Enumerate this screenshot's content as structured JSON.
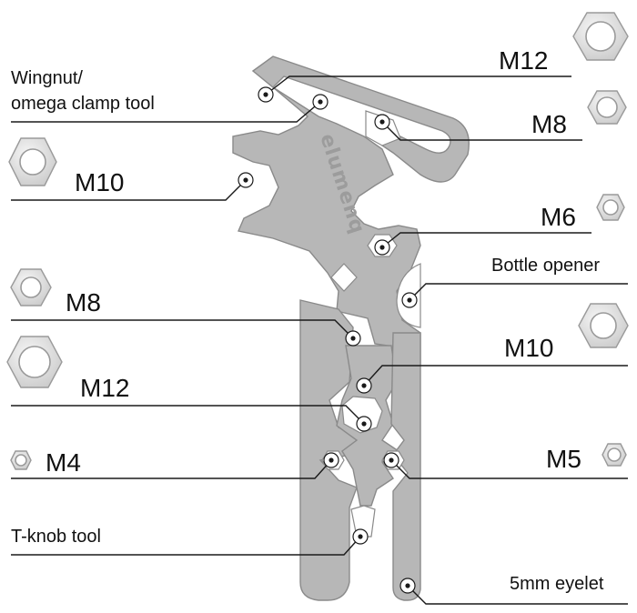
{
  "brand": "elumenq",
  "colors": {
    "tool": "#b7b7b7",
    "tool_edge": "#8a8a8a",
    "nut": "#dcdcdc",
    "line": "#1a1a1a"
  },
  "labels": {
    "wingnut_line1": "Wingnut/",
    "wingnut_line2": "omega clamp tool",
    "m12_top": "M12",
    "m8_right": "M8",
    "m10_left": "M10",
    "m6": "M6",
    "bottle_opener": "Bottle opener",
    "m8_left": "M8",
    "m10_right": "M10",
    "m12_left": "M12",
    "m4": "M4",
    "m5": "M5",
    "t_knob": "T-knob tool",
    "eyelet": "5mm eyelet"
  }
}
